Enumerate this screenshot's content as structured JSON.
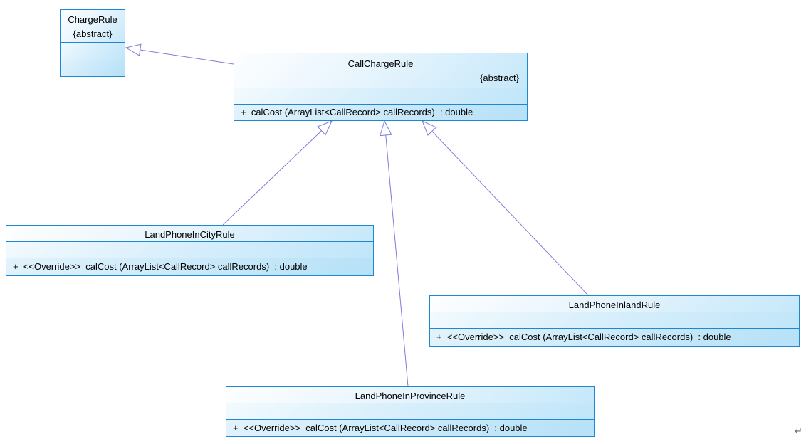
{
  "diagram": {
    "type": "uml-class-diagram",
    "classes": [
      {
        "name": "ChargeRule",
        "stereotype": "{abstract}",
        "attributes": [],
        "methods": []
      },
      {
        "name": "CallChargeRule",
        "stereotype": "{abstract}",
        "attributes": [],
        "methods": [
          "+  calCost (ArrayList<CallRecord> callRecords)  : double"
        ]
      },
      {
        "name": "LandPhoneInCityRule",
        "attributes": [],
        "methods": [
          "+  <<Override>>  calCost (ArrayList<CallRecord> callRecords)  : double"
        ]
      },
      {
        "name": "LandPhoneInlandRule",
        "attributes": [],
        "methods": [
          "+  <<Override>>  calCost (ArrayList<CallRecord> callRecords)  : double"
        ]
      },
      {
        "name": "LandPhoneInProvinceRule",
        "attributes": [],
        "methods": [
          "+  <<Override>>  calCost (ArrayList<CallRecord> callRecords)  : double"
        ]
      }
    ],
    "relationships": [
      {
        "type": "generalization",
        "from": "CallChargeRule",
        "to": "ChargeRule"
      },
      {
        "type": "generalization",
        "from": "LandPhoneInCityRule",
        "to": "CallChargeRule"
      },
      {
        "type": "generalization",
        "from": "LandPhoneInProvinceRule",
        "to": "CallChargeRule"
      },
      {
        "type": "generalization",
        "from": "LandPhoneInlandRule",
        "to": "CallChargeRule"
      }
    ],
    "colors": {
      "box_border": "#1e87d2",
      "box_fill_light": "#fdfeff",
      "box_fill_dark": "#b6e1f7",
      "connector": "#7d7dd8",
      "text": "#000000",
      "return_mark": "#6b6b6b"
    },
    "footer_mark": "↵"
  }
}
